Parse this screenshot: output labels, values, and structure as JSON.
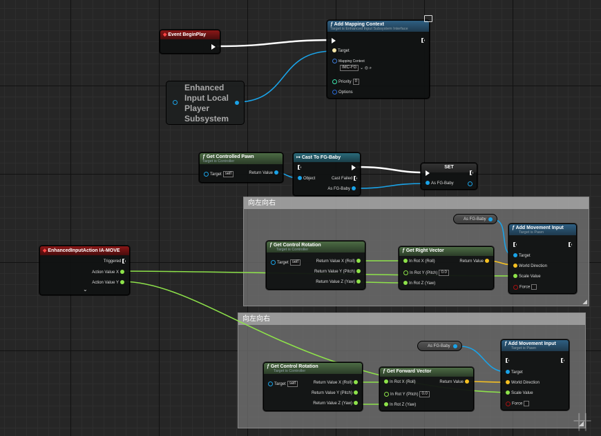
{
  "comments": [
    {
      "title": "向左向右"
    },
    {
      "title": "向左向右"
    }
  ],
  "nodes": {
    "event_begin_play": {
      "title": "Event BeginPlay"
    },
    "add_mapping_context": {
      "title": "Add Mapping Context",
      "subtitle": "Target is Enhanced Input Subsystem Interface",
      "target": "Target",
      "mapping_context": "Mapping Context",
      "mapping_value": "IMC-FG",
      "priority": "Priority",
      "priority_value": "0",
      "options": "Options"
    },
    "enhanced_input_subsystem": {
      "title": "Enhanced Input Local Player Subsystem"
    },
    "get_controlled_pawn": {
      "title": "Get Controlled Pawn",
      "subtitle": "Target is Controller",
      "target": "Target",
      "self": "self",
      "return_value": "Return Value"
    },
    "cast_to_fg_baby": {
      "title": "Cast To FG-Baby",
      "object": "Object",
      "cast_failed": "Cast Failed",
      "as_fg_baby": "As FG-Baby"
    },
    "set_node": {
      "title": "SET",
      "as_fg_baby": "As FG-Baby"
    },
    "enhanced_input_action": {
      "title": "EnhancedInputAction IA-MOVE",
      "triggered": "Triggered",
      "action_value_x": "Action Value X",
      "action_value_y": "Action Value Y"
    },
    "get_control_rotation_1": {
      "title": "Get Control Rotation",
      "subtitle": "Target is Controller",
      "target": "Target",
      "self": "self",
      "rx": "Return Value X (Roll)",
      "ry": "Return Value Y (Pitch)",
      "rz": "Return Value Z (Yaw)"
    },
    "get_right_vector": {
      "title": "Get Right Vector",
      "in_x": "In Rot X (Roll)",
      "in_y": "In Rot Y (Pitch)",
      "in_y_value": "0.0",
      "in_z": "In Rot Z (Yaw)",
      "return_value": "Return Value"
    },
    "as_fg_baby_var_1": {
      "title": "As FG-Baby"
    },
    "add_movement_input_1": {
      "title": "Add Movement Input",
      "subtitle": "Target is Pawn",
      "target": "Target",
      "world_direction": "World Direction",
      "scale_value": "Scale Value",
      "force": "Force"
    },
    "get_control_rotation_2": {
      "title": "Get Control Rotation",
      "subtitle": "Target is Controller",
      "target": "Target",
      "self": "self",
      "rx": "Return Value X (Roll)",
      "ry": "Return Value Y (Pitch)",
      "rz": "Return Value Z (Yaw)"
    },
    "get_forward_vector": {
      "title": "Get Forward Vector",
      "in_x": "In Rot X (Roll)",
      "in_y": "In Rot Y (Pitch)",
      "in_y_value": "0.0",
      "in_z": "In Rot Z (Yaw)",
      "return_value": "Return Value"
    },
    "as_fg_baby_var_2": {
      "title": "As FG-Baby"
    },
    "add_movement_input_2": {
      "title": "Add Movement Input",
      "subtitle": "Target is Pawn",
      "target": "Target",
      "world_direction": "World Direction",
      "scale_value": "Scale Value",
      "force": "Force"
    }
  },
  "colors": {
    "exec": "#ffffff",
    "object": "#1aa3e8",
    "float": "#8ee34a",
    "vector": "#f5c022",
    "struct": "#2a6ad8"
  }
}
